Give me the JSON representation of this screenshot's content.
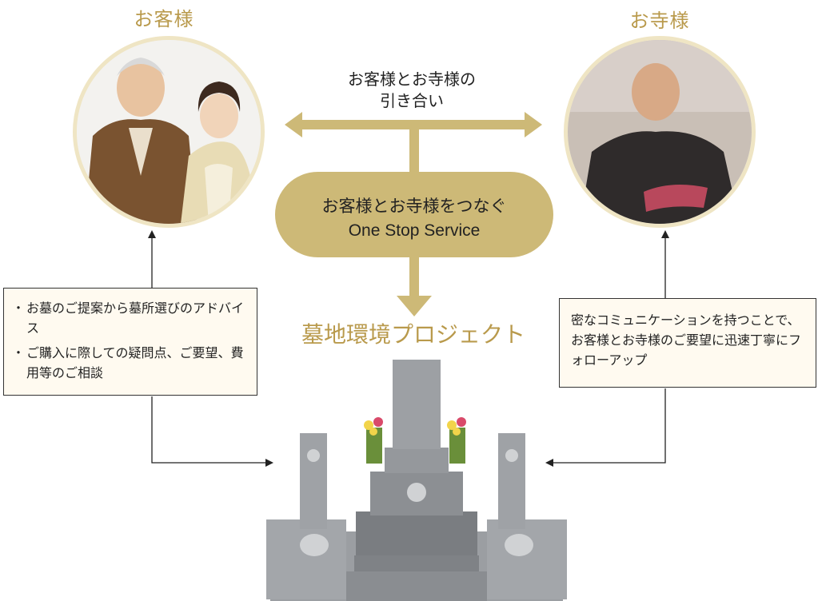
{
  "customer": {
    "title": "お客様"
  },
  "temple": {
    "title": "お寺様"
  },
  "intro": {
    "line1": "お客様とお寺様の",
    "line2": "引き合い"
  },
  "service": {
    "line1": "お客様とお寺様をつなぐ",
    "line2": "One Stop Service"
  },
  "project": {
    "title": "墓地環境プロジェクト"
  },
  "left_notes": [
    "お墓のご提案から墓所選びのアドバイス",
    "ご購入に際しての疑問点、ご要望、費用等のご相談"
  ],
  "right_note": "密なコミュニケーションを持つことで、お客様とお寺様のご要望に迅速丁寧にフォローアップ",
  "colors": {
    "gold": "#b99a4c",
    "pill": "#cdb977",
    "note_bg": "#fffaf0",
    "circle_border": "#efe5c4"
  }
}
